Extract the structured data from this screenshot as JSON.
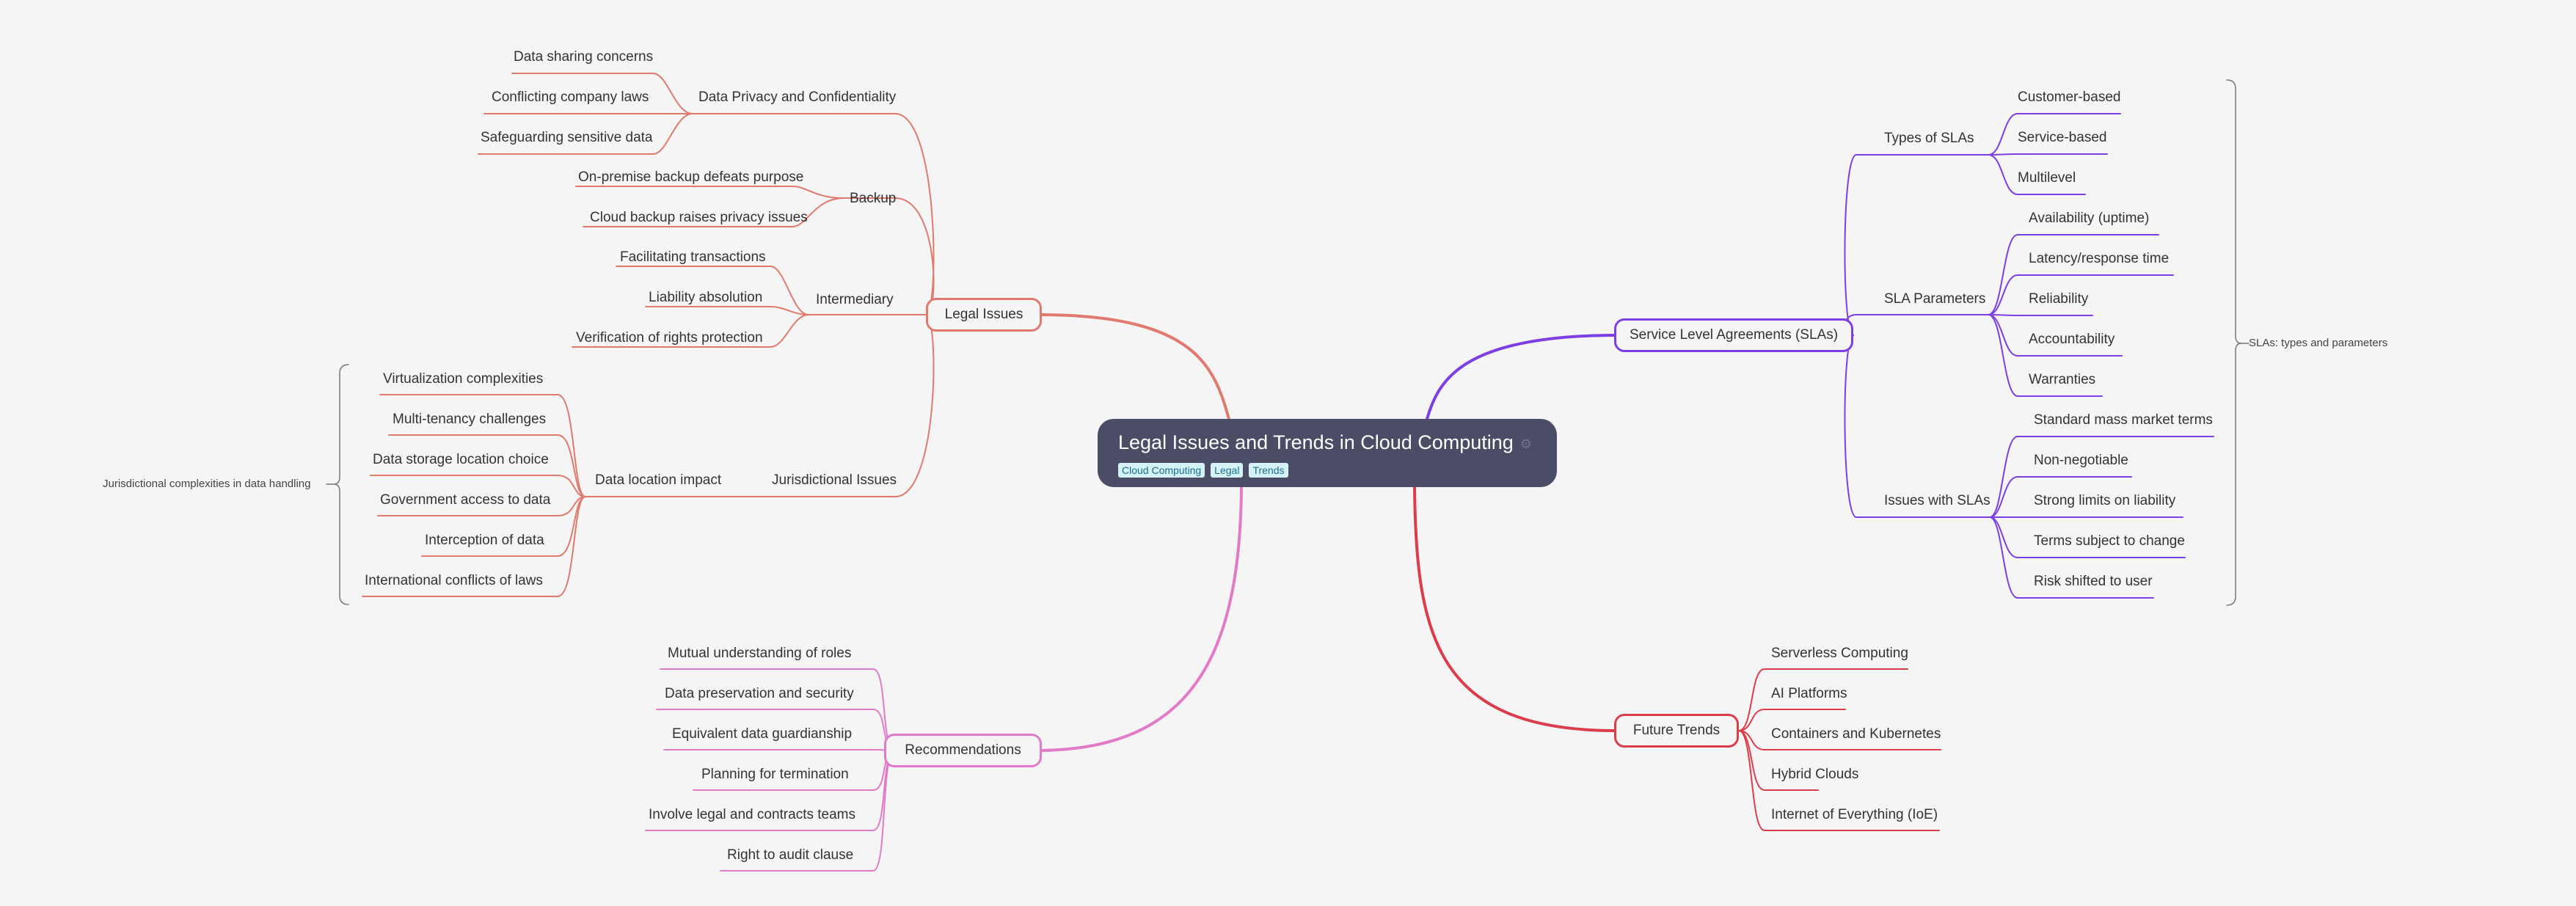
{
  "root": {
    "title": "Legal Issues and Trends in Cloud Computing",
    "tags": [
      "Cloud Computing",
      "Legal",
      "Trends"
    ],
    "icon": "gear-icon"
  },
  "colors": {
    "background": "#f5f5f5",
    "root": "#4b4d66",
    "legal": "#e07a6f",
    "recommendations": "#e37ac8",
    "sla": "#7b3fe4",
    "future": "#dc3d4a"
  },
  "legal": {
    "label": "Legal Issues",
    "privacy": {
      "label": "Data Privacy and Confidentiality",
      "items": [
        "Data sharing concerns",
        "Conflicting company laws",
        "Safeguarding sensitive data"
      ]
    },
    "backup": {
      "label": "Backup",
      "items": [
        "On-premise backup defeats purpose",
        "Cloud backup raises privacy issues"
      ]
    },
    "intermediary": {
      "label": "Intermediary",
      "items": [
        "Facilitating transactions",
        "Liability absolution",
        "Verification of rights protection"
      ]
    },
    "jurisdiction": {
      "label": "Jurisdictional Issues",
      "location": {
        "label": "Data location impact",
        "items": [
          "Virtualization complexities",
          "Multi-tenancy challenges",
          "Data storage location choice",
          "Government access to data",
          "Interception of data",
          "International conflicts of laws"
        ]
      },
      "summary": "Jurisdictional complexities in data handling"
    }
  },
  "recommendations": {
    "label": "Recommendations",
    "items": [
      "Mutual understanding of roles",
      "Data preservation and security",
      "Equivalent data guardianship",
      "Planning for termination",
      "Involve legal and contracts teams",
      "Right to audit clause"
    ]
  },
  "sla": {
    "label": "Service Level Agreements (SLAs)",
    "types": {
      "label": "Types of SLAs",
      "items": [
        "Customer-based",
        "Service-based",
        "Multilevel"
      ]
    },
    "parameters": {
      "label": "SLA Parameters",
      "items": [
        "Availability (uptime)",
        "Latency/response time",
        "Reliability",
        "Accountability",
        "Warranties"
      ]
    },
    "issues": {
      "label": "Issues with SLAs",
      "items": [
        "Standard mass market terms",
        "Non-negotiable",
        "Strong limits on liability",
        "Terms subject to change",
        "Risk shifted to user"
      ]
    },
    "summary": "SLAs: types and parameters"
  },
  "future": {
    "label": "Future Trends",
    "items": [
      "Serverless Computing",
      "AI Platforms",
      "Containers and Kubernetes",
      "Hybrid Clouds",
      "Internet of Everything (IoE)"
    ]
  }
}
